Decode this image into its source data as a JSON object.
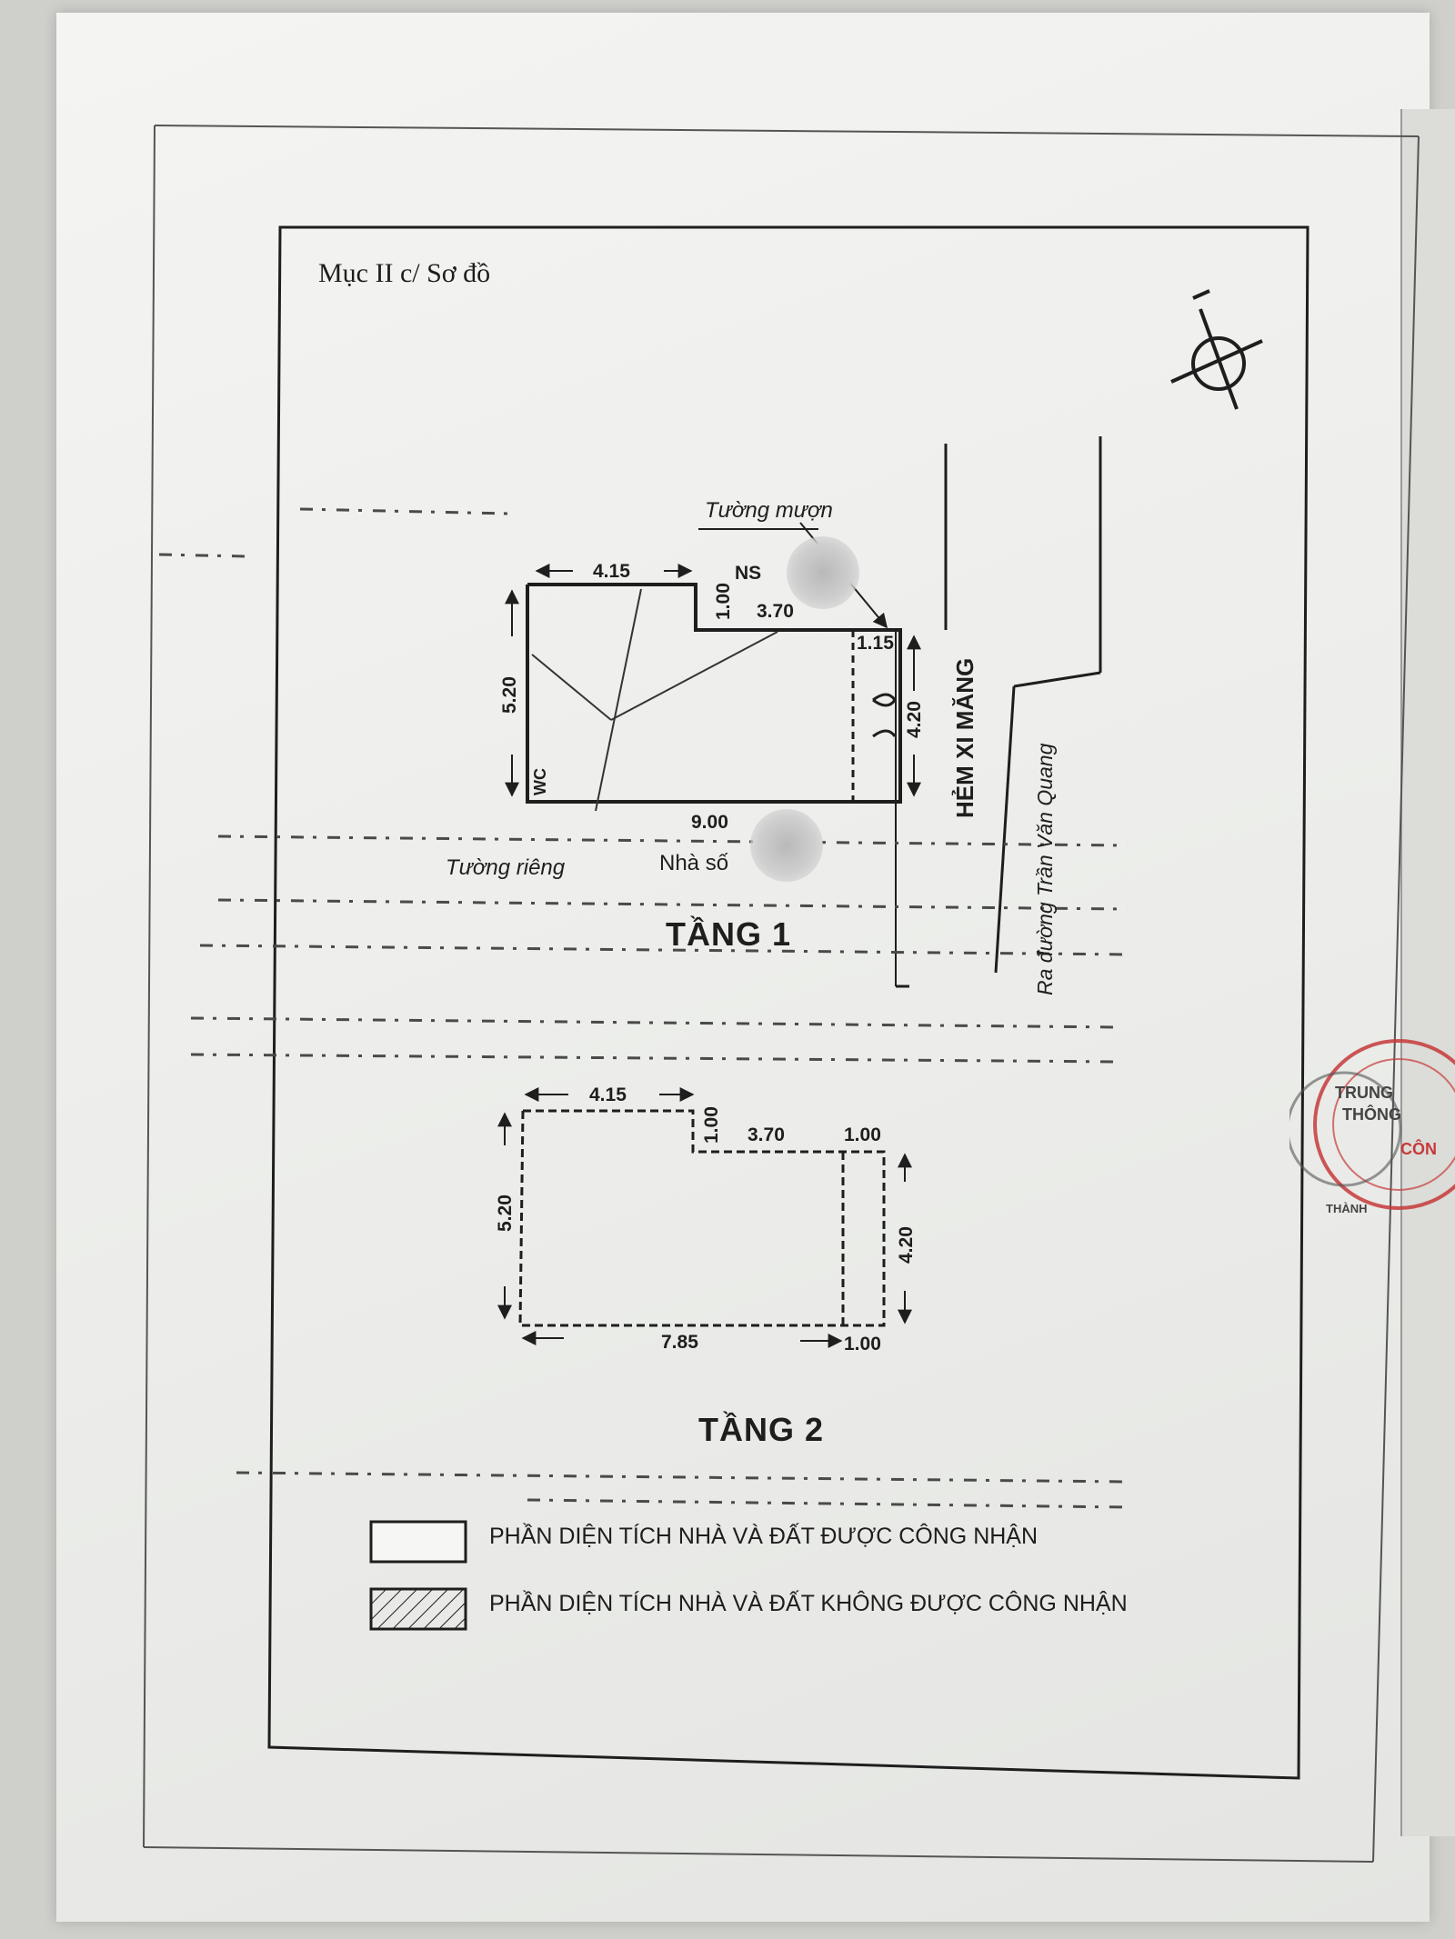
{
  "document": {
    "section_heading": "Mục II c/ Sơ đồ",
    "floor1": {
      "title": "TẦNG 1",
      "dim_top_left": "4.15",
      "dim_notch": "1.00",
      "dim_top_right": "3.70",
      "dim_corner": "1.15",
      "dim_left": "5.20",
      "dim_right": "4.20",
      "dim_bottom": "9.00",
      "neighbor_label": "NS",
      "borrowed_wall": "Tường mượn",
      "private_wall": "Tường riêng",
      "house_number_label": "Nhà số",
      "wc_label": "WC"
    },
    "floor2": {
      "title": "TẦNG 2",
      "dim_top_left": "4.15",
      "dim_notch": "1.00",
      "dim_top_right": "3.70",
      "dim_corner": "1.00",
      "dim_left": "5.20",
      "dim_right": "4.20",
      "dim_bottom": "7.85",
      "dim_bottom_right": "1.00"
    },
    "alley_label": "HẺM XI MĂNG",
    "road_label": "Ra đường Trần Văn Quang",
    "legend": {
      "recognized": "PHẦN DIỆN TÍCH NHÀ VÀ ĐẤT ĐƯỢC CÔNG NHẬN",
      "not_recognized": "PHẦN DIỆN TÍCH NHÀ VÀ ĐẤT KHÔNG ĐƯỢC CÔNG NHẬN"
    },
    "stamp": {
      "line1": "TRUNG",
      "line2": "THÔNG",
      "line3": "THÀNH",
      "line4": "CÔN"
    }
  },
  "colors": {
    "ink": "#1e1e1e",
    "paper": "#eeeeec",
    "stamp": "#c63a3a"
  }
}
